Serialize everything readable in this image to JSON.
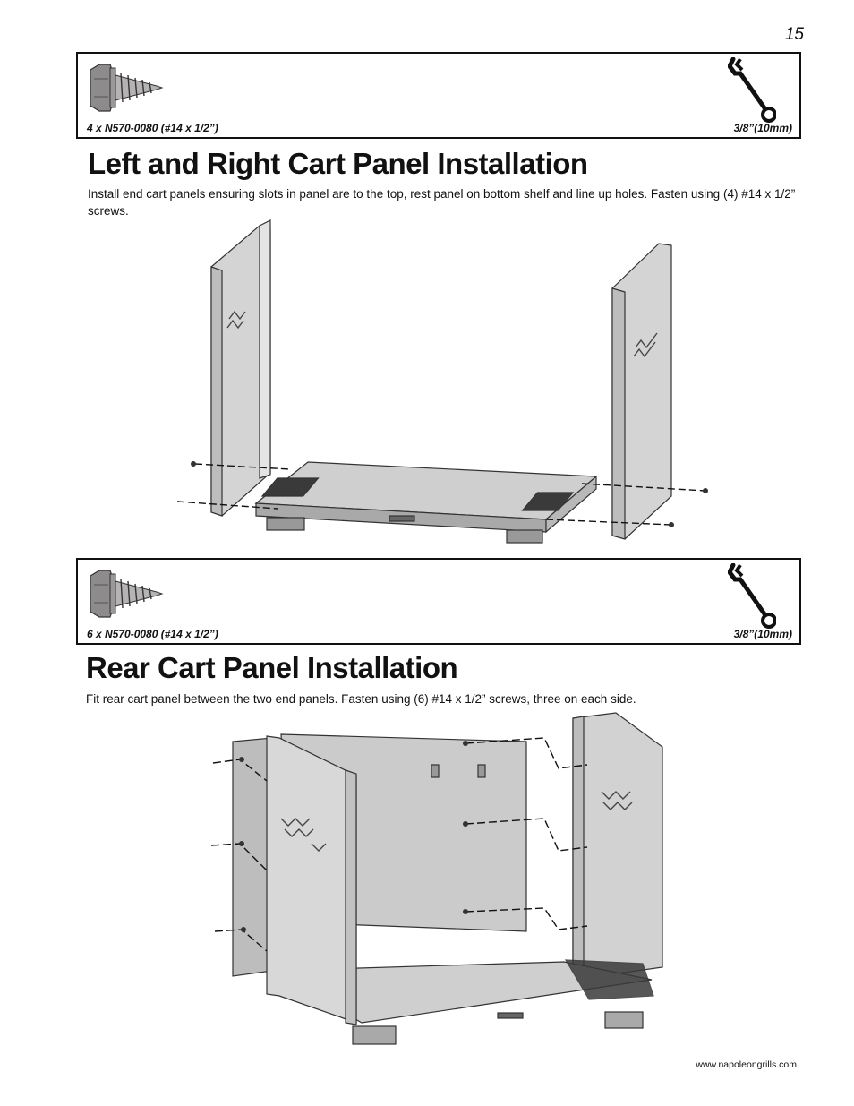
{
  "page": {
    "number": "15"
  },
  "step1": {
    "parts": {
      "qty_label": "4 x N570-0080 (#14 x 1/2”)",
      "tool_label": "3/8”(10mm)",
      "part_icon": "screw-icon",
      "tool_icon": "wrench-icon"
    },
    "title": "Left and Right Cart Panel Installation",
    "text": "Install end cart panels ensuring slots in panel are to the top, rest panel on bottom shelf and line up holes.  Fasten using (4) #14 x 1/2” screws."
  },
  "step2": {
    "parts": {
      "qty_label": "6 x N570-0080 (#14 x 1/2”)",
      "tool_label": "3/8”(10mm)",
      "part_icon": "screw-icon",
      "tool_icon": "wrench-icon"
    },
    "title": "Rear Cart Panel Installation",
    "text": "Fit rear cart panel between the two end panels.  Fasten using (6) #14 x 1/2” screws, three on each side."
  },
  "footer": {
    "website": "www.napoleongrills.com"
  }
}
